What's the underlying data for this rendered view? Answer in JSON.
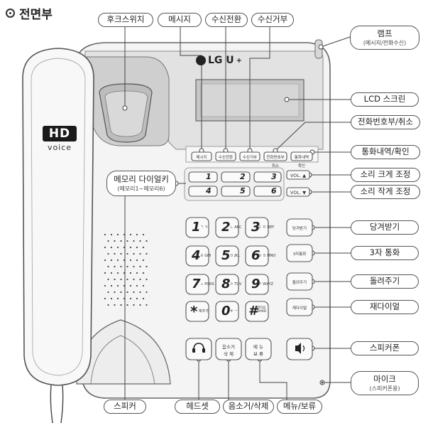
{
  "page": {
    "title": "전면부"
  },
  "brand": {
    "logo_text": "LG U",
    "logo_plus": "+",
    "badge_hd": "HD",
    "badge_voice": "voice"
  },
  "callouts": {
    "hook_switch": "후크스위치",
    "message": "메시지",
    "call_transfer": "수신전환",
    "call_reject": "수신거부",
    "lamp": "램프",
    "lamp_sub": "(메시지/전화수신)",
    "lcd": "LCD 스크린",
    "phonebook_cancel": "전화번호부/취소",
    "call_log_confirm": "통화내역/확인",
    "memory_dial": "메모리 다이얼키",
    "memory_dial_sub": "(메모리1~메모리6)",
    "volume_up": "소리 크게 조정",
    "volume_down": "소리 작게 조정",
    "pickup": "당겨받기",
    "three_way": "3자 통화",
    "forward": "돌려주기",
    "redial": "재다이얼",
    "speakerphone": "스피커폰",
    "mic": "마이크",
    "mic_sub": "(스피커폰용)",
    "speaker": "스피커",
    "headset": "헤드셋",
    "mute_delete": "음소거/삭제",
    "menu_hold": "메뉴/보류"
  },
  "phone_labels": {
    "f_message": "메시지",
    "f_transfer": "수신전환",
    "f_reject": "수신거부",
    "f_phonebook": "전화번호부",
    "f_phonebook_sub": "취소",
    "f_calllog": "통화내역",
    "f_calllog_sub": "확인",
    "vol_up": "VOL. ▲",
    "vol_down": "VOL. ▼",
    "k_pickup": "당겨받기",
    "k_threeway": "3자통화",
    "k_forward": "돌려주기",
    "k_redial": "재다이얼",
    "mute_top": "음소거",
    "mute_bottom": "삭 제",
    "menu_top": "메 뉴",
    "menu_bottom": "보 류"
  },
  "memory_keys": [
    "1",
    "2",
    "3",
    "4",
    "5",
    "6"
  ],
  "dial_keys": [
    {
      "main": "1",
      "sub": "ㄱ ㅋ"
    },
    {
      "main": "2",
      "sub": "ㄴ ABC"
    },
    {
      "main": "3",
      "sub": "ㄷ ㅌ DEF"
    },
    {
      "main": "4",
      "sub": "ㄹ GHI"
    },
    {
      "main": "5",
      "sub": "ㅁ JKL"
    },
    {
      "main": "6",
      "sub": "ㅂ ㅍ MNO"
    },
    {
      "main": "7",
      "sub": "ㅅ PQRS"
    },
    {
      "main": "8",
      "sub": "ㅇ TUV"
    },
    {
      "main": "9",
      "sub": "ㅈ WXYZ"
    },
    {
      "main": "*",
      "sub": "획추가"
    },
    {
      "main": "0",
      "sub": "ㅎ ㅡ"
    },
    {
      "main": "#",
      "sub": "쌍자음 BRND"
    }
  ],
  "colors": {
    "line": "#555555",
    "body_fill": "#ececec",
    "panel_fill": "#dcdcdc",
    "lcd_fill": "#c9c9c9",
    "hd_badge": "#1a1a1a"
  }
}
